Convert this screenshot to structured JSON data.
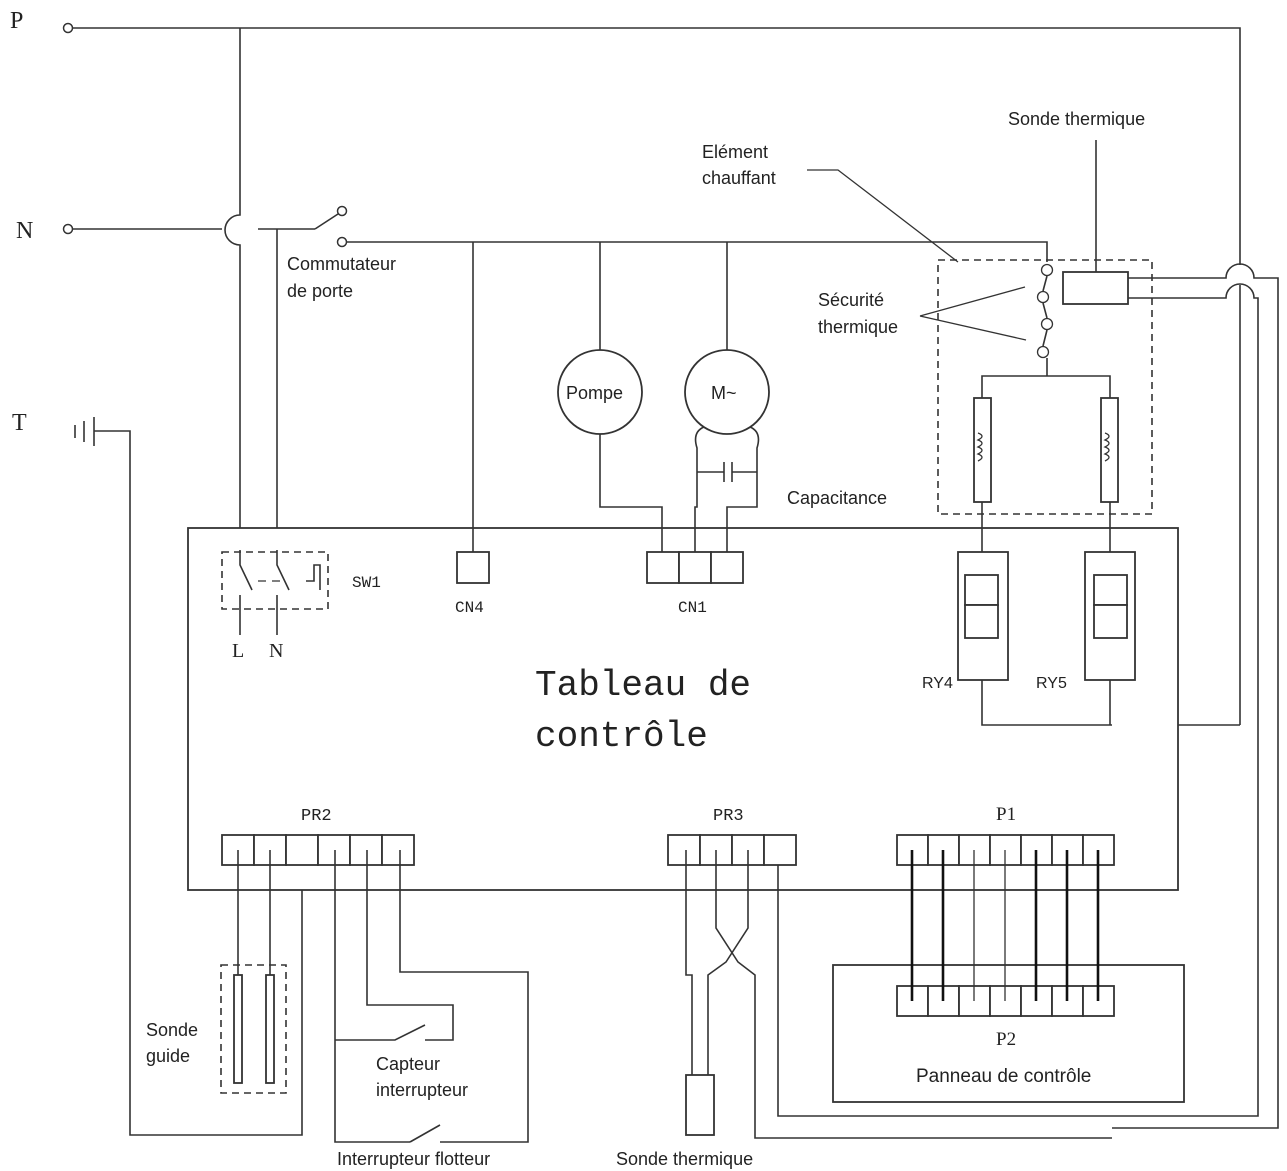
{
  "terminals": {
    "phase": "P",
    "neutral": "N",
    "earth": "T"
  },
  "labels": {
    "door_switch": [
      "Commutateur",
      "de porte"
    ],
    "heating_element": [
      "Elément",
      "chauffant"
    ],
    "thermal_probe_top": "Sonde thermique",
    "thermal_safety": [
      "Sécurité",
      "thermique"
    ],
    "pump": "Pompe",
    "motor": "M~",
    "capacitor": "Capacitance",
    "sw1": "SW1",
    "sw1_L": "L",
    "sw1_N": "N",
    "cn4": "CN4",
    "cn1": "CN1",
    "ry4": "RY4",
    "ry5": "RY5",
    "board_title": [
      "Tableau de",
      "contrôle"
    ],
    "pr2": "PR2",
    "pr3": "PR3",
    "p1": "P1",
    "p2": "P2",
    "control_panel": "Panneau de contrôle",
    "guide_probe": [
      "Sonde",
      "guide"
    ],
    "sensor_switch": [
      "Capteur",
      "interrupteur"
    ],
    "float_switch": "Interrupteur flotteur",
    "thermal_probe_bottom": "Sonde thermique"
  }
}
